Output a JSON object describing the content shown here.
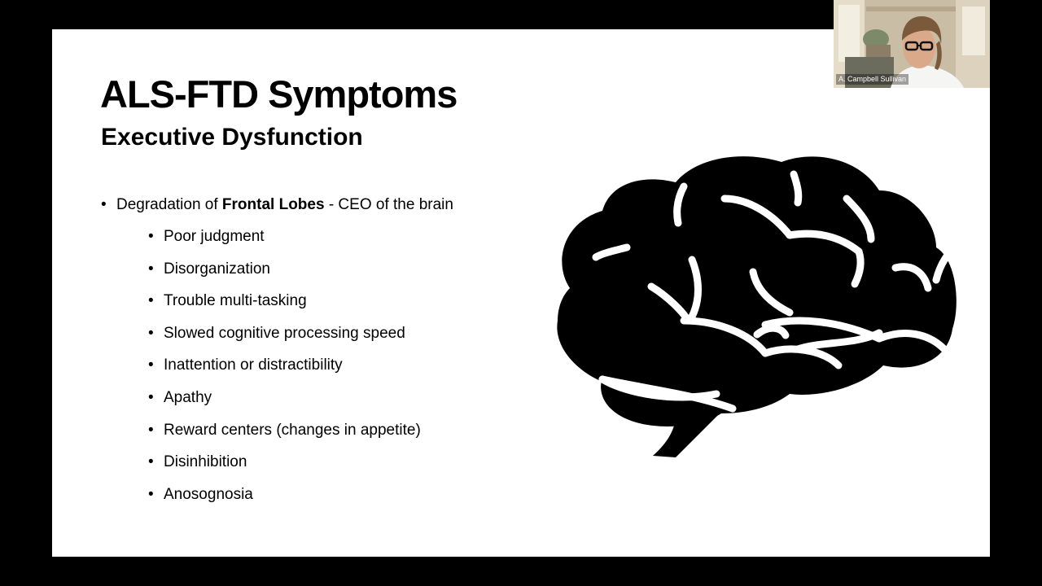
{
  "slide": {
    "title": "ALS-FTD Symptoms",
    "subtitle": "Executive Dysfunction",
    "main_bullet": {
      "prefix": "Degradation of ",
      "bold": "Frontal Lobes",
      "suffix": " - CEO of the brain"
    },
    "sub_bullets": [
      "Poor judgment",
      "Disorganization",
      "Trouble multi-tasking",
      "Slowed cognitive processing speed",
      "Inattention or distractibility",
      "Apathy",
      "Reward centers (changes in appetite)",
      "Disinhibition",
      "Anosognosia"
    ],
    "bullet_glyph": "•",
    "image_icon": "brain-icon"
  },
  "video_tile": {
    "participant_name": "A. Campbell Sullivan"
  },
  "colors": {
    "background": "#000000",
    "slide": "#ffffff",
    "text": "#000000"
  }
}
